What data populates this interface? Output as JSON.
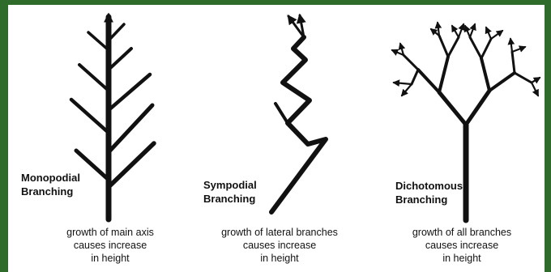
{
  "diagrams": [
    {
      "label_line1": "Monopodial",
      "label_line2": "Branching",
      "caption_lines": [
        "growth of main axis",
        "causes increase",
        "in height"
      ]
    },
    {
      "label_line1": "Sympodial",
      "label_line2": "Branching",
      "caption_lines": [
        "growth of lateral branches",
        "causes  increase",
        "in height"
      ]
    },
    {
      "label_line1": "Dichotomous",
      "label_line2": "Branching",
      "caption_lines": [
        "growth of all branches",
        "causes increase",
        "in height"
      ]
    }
  ],
  "colors": {
    "background": "#2f6b2a",
    "panel": "#ffffff",
    "ink": "#111111"
  }
}
